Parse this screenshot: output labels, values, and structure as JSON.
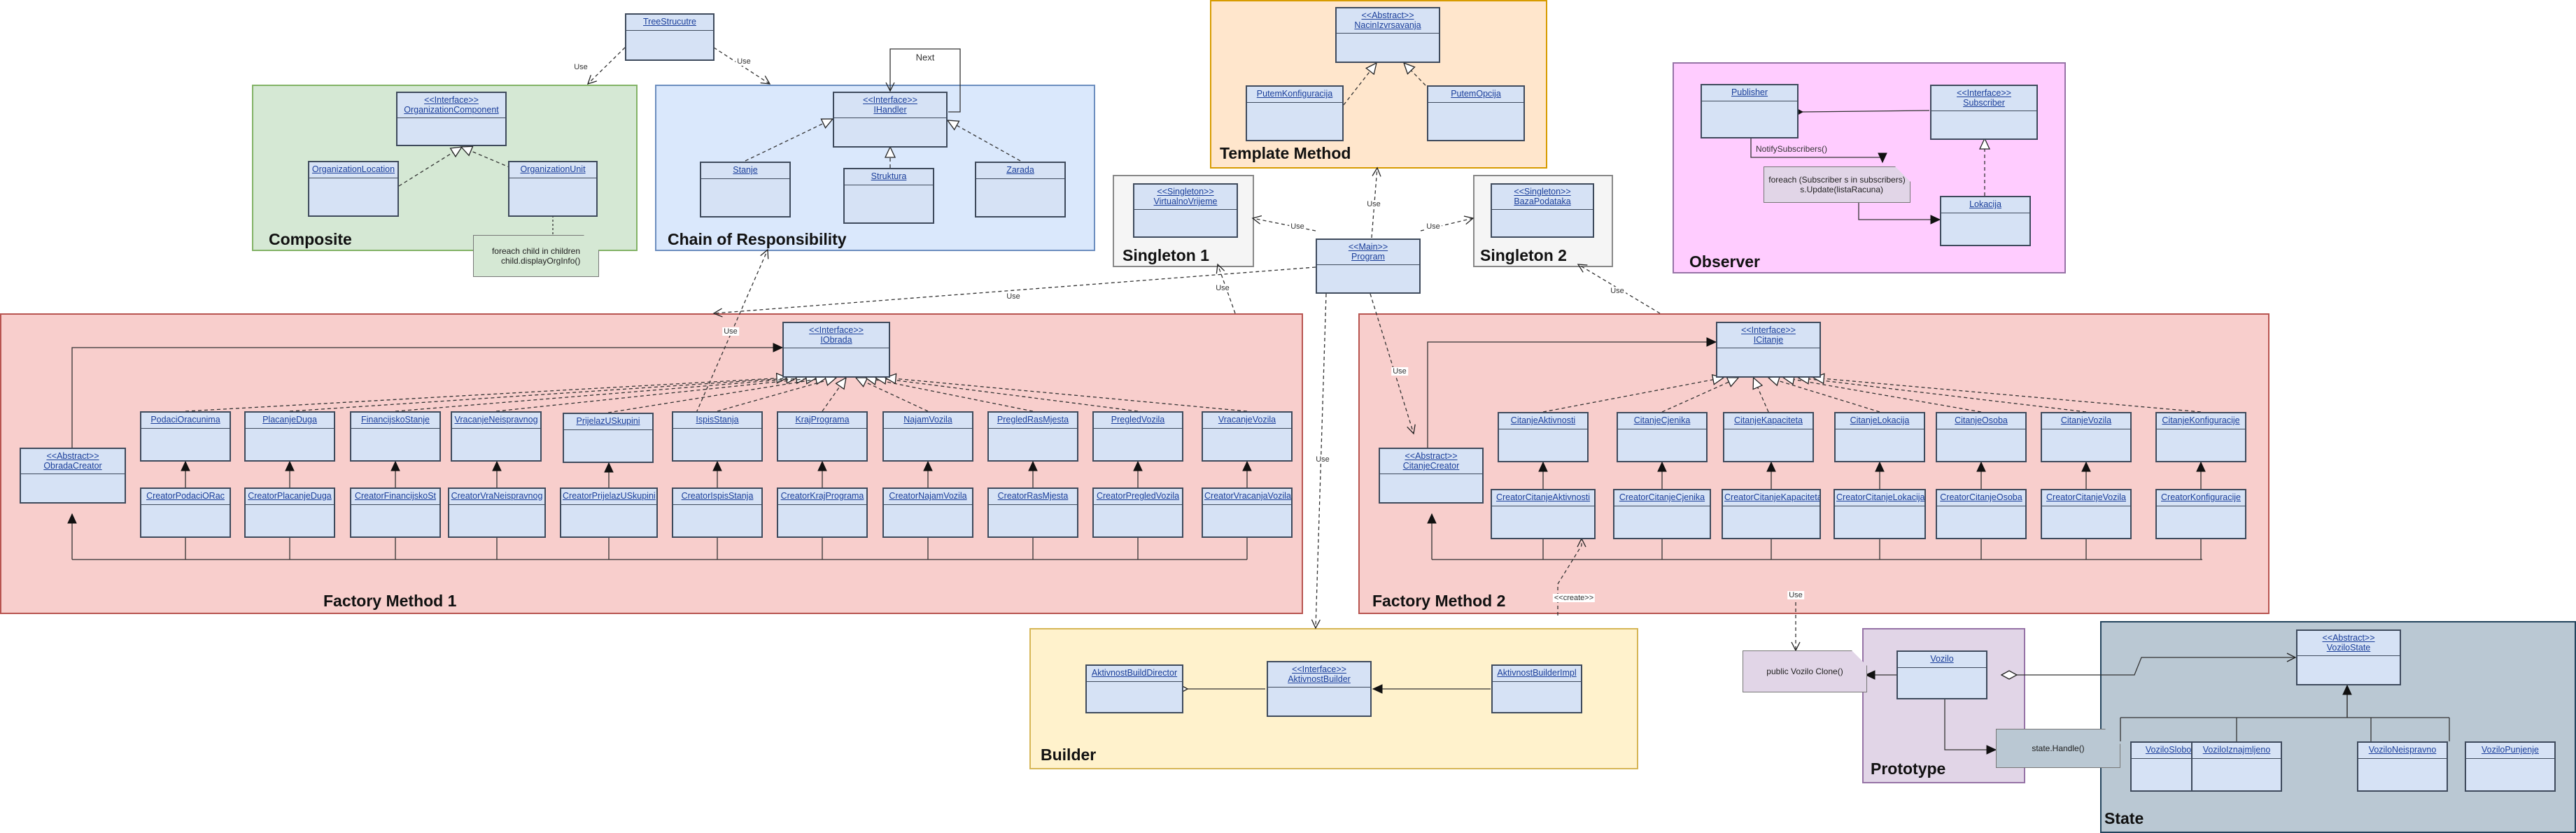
{
  "groups": {
    "composite": "Composite",
    "chain": "Chain of Responsibility",
    "template": "Template Method",
    "singleton1": "Singleton 1",
    "singleton2": "Singleton 2",
    "observer": "Observer",
    "factory1": "Factory Method 1",
    "factory2": "Factory Method 2",
    "builder": "Builder",
    "prototype": "Prototype",
    "state": "State"
  },
  "colors": {
    "composite": "#d5e8d4",
    "chain": "#dae8fc",
    "template": "#ffe6cc",
    "singleton": "#f5f5f5",
    "observer": "#ffccff",
    "factory": "#f8cecc",
    "builder": "#fff2cc",
    "prototype": "#e1d5e7",
    "state": "#bac8d3",
    "class_fill": "#d6e2f5"
  },
  "classes": {
    "tree_structure": {
      "name": "TreeStrucutre"
    },
    "org_component": {
      "stereo": "<<Interface>>",
      "name": "OrganizationComponent"
    },
    "org_location": {
      "name": "OrganizationLocation"
    },
    "org_unit": {
      "name": "OrganizationUnit"
    },
    "ihandler": {
      "stereo": "<<Interface>>",
      "name": "IHandler"
    },
    "stanje": {
      "name": "Stanje"
    },
    "struktura": {
      "name": "Struktura"
    },
    "zarada": {
      "name": "Zarada"
    },
    "nacin_izvrsavanja": {
      "stereo": "<<Abstract>>",
      "name": "NacinIzvrsavanja"
    },
    "putem_konfiguracija": {
      "name": "PutemKonfiguracija"
    },
    "putem_opcija": {
      "name": "PutemOpcija"
    },
    "virtualno_vrijeme": {
      "stereo": "<<Singleton>>",
      "name": "VirtualnoVrijeme"
    },
    "program": {
      "stereo": "<<Main>>",
      "name": "Program"
    },
    "baza_podataka": {
      "stereo": "<<Singleton>>",
      "name": "BazaPodataka"
    },
    "publisher": {
      "name": "Publisher"
    },
    "subscriber": {
      "stereo": "<<Interface>>",
      "name": "Subscriber"
    },
    "lokacija": {
      "name": "Lokacija"
    },
    "iobrada": {
      "stereo": "<<Interface>>",
      "name": "IObrada"
    },
    "obrada_creator": {
      "stereo": "<<Abstract>>",
      "name": "ObradaCreator"
    },
    "podaci_o_racunima": {
      "name": "PodaciOracunima"
    },
    "placanje_duga": {
      "name": "PlacanjeDuga"
    },
    "financijsko_stanje": {
      "name": "FinancijskoStanje"
    },
    "vracanje_neispravnog": {
      "name": "VracanjeNeispravnog"
    },
    "prijelaz_u_skupini": {
      "name": "PrijelazUSkupini"
    },
    "ispis_stanja": {
      "name": "IspisStanja"
    },
    "kraj_programa": {
      "name": "KrajPrograma"
    },
    "najam_vozila": {
      "name": "NajamVozila"
    },
    "pregled_ras_mjesta": {
      "name": "PregledRasMjesta"
    },
    "pregled_vozila": {
      "name": "PregledVozila"
    },
    "vracanje_vozila": {
      "name": "VracanjeVozila"
    },
    "creator_podaci_o_rac": {
      "name": "CreatorPodaciORac"
    },
    "creator_placanje_duga": {
      "name": "CreatorPlacanjeDuga"
    },
    "creator_financijsko_st": {
      "name": "CreatorFinancijskoSt"
    },
    "creator_vra_neispravnog": {
      "name": "CreatorVraNeispravnog"
    },
    "creator_prijelaz_u_skupini": {
      "name": "CreatorPrijelazUSkupini"
    },
    "creator_ispis_stanja": {
      "name": "CreatorIspisStanja"
    },
    "creator_kraj_programa": {
      "name": "CreatorKrajPrograma"
    },
    "creator_najam_vozila": {
      "name": "CreatorNajamVozila"
    },
    "creator_ras_mjesta": {
      "name": "CreatorRasMjesta"
    },
    "creator_pregled_vozila": {
      "name": "CreatorPregledVozila"
    },
    "creator_vracanja_vozila": {
      "name": "CreatorVracanjaVozila"
    },
    "icitanje": {
      "stereo": "<<Interface>>",
      "name": "ICitanje"
    },
    "citanje_creator": {
      "stereo": "<<Abstract>>",
      "name": "CitanjeCreator"
    },
    "citanje_aktivnosti": {
      "name": "CitanjeAktivnosti"
    },
    "citanje_cjenika": {
      "name": "CitanjeCjenika"
    },
    "citanje_kapaciteta": {
      "name": "CitanjeKapaciteta"
    },
    "citanje_lokacija": {
      "name": "CitanjeLokacija"
    },
    "citanje_osoba": {
      "name": "CitanjeOsoba"
    },
    "citanje_vozila": {
      "name": "CitanjeVozila"
    },
    "citanje_konfiguracije": {
      "name": "CitanjeKonfiguracije"
    },
    "creator_citanje_aktivnosti": {
      "name": "CreatorCitanjeAktivnosti"
    },
    "creator_citanje_cjenika": {
      "name": "CreatorCitanjeCjenika"
    },
    "creator_citanje_kapaciteta": {
      "name": "CreatorCitanjeKapaciteta"
    },
    "creator_citanje_lokacija": {
      "name": "CreatorCitanjeLokacija"
    },
    "creator_citanje_osoba": {
      "name": "CreatorCitanjeOsoba"
    },
    "creator_citanje_vozila": {
      "name": "CreatorCitanjeVozila"
    },
    "creator_konfiguracije": {
      "name": "CreatorKonfiguracije"
    },
    "aktivnost_build_director": {
      "name": "AktivnostBuildDirector"
    },
    "aktivnost_builder": {
      "stereo": "<<Interface>>",
      "name": "AktivnostBuilder"
    },
    "aktivnost_builder_impl": {
      "name": "AktivnostBuilderImpl"
    },
    "vozilo": {
      "name": "Vozilo"
    },
    "vozilo_state": {
      "stereo": "<<Abstract>>",
      "name": "VoziloState"
    },
    "vozilo_slobodno": {
      "name": "VoziloSlobodno"
    },
    "vozilo_iznajmljeno": {
      "name": "VoziloIznajmljeno"
    },
    "vozilo_neispravno": {
      "name": "VoziloNeispravno"
    },
    "vozilo_punjenje": {
      "name": "VoziloPunjenje"
    }
  },
  "notes": {
    "composite_note": "foreach child in children\n    child.displayOrgInfo()",
    "observer_note": "foreach (Subscriber s in subscribers)\n    s.Update(listaRacuna)",
    "prototype_note": "public Vozilo Clone()",
    "state_note": "state.Handle()"
  },
  "edge_labels": {
    "use": "Use",
    "next": "Next",
    "notify": "NotifySubscribers()",
    "create": "<<create>>"
  }
}
